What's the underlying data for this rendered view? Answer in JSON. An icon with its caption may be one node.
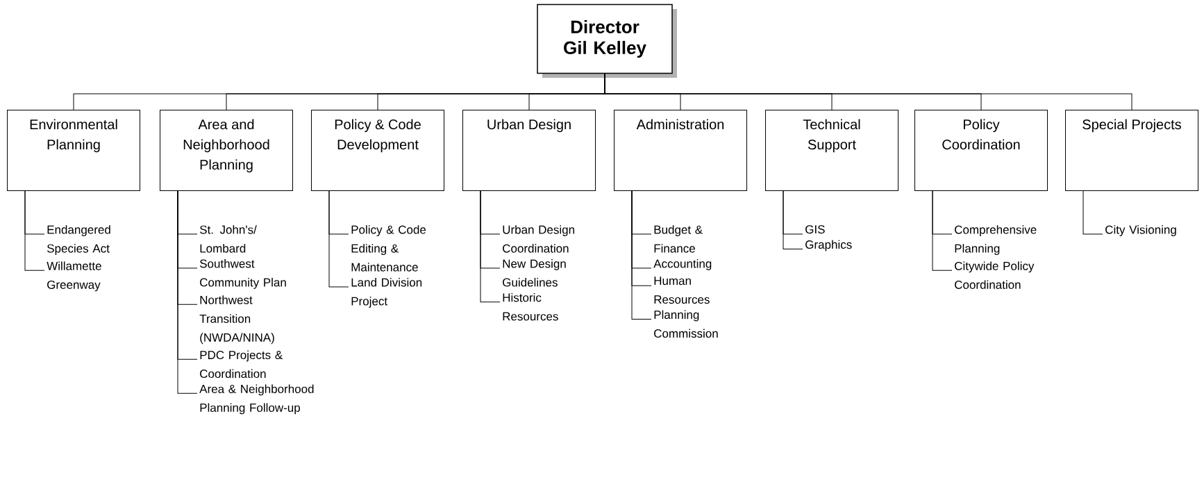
{
  "diagram": {
    "nodes": [
      {
        "text": [
          "Director Gil Kelley"
        ]
      },
      {
        "text": [
          "Environmental Planning"
        ]
      },
      {
        "text": [
          "Area and Neighborhood Planning"
        ]
      },
      {
        "text": [
          "Policy & Code Development"
        ]
      },
      {
        "text": [
          "Urban Design"
        ]
      },
      {
        "text": [
          "Administration"
        ]
      },
      {
        "text": [
          "Technical Support"
        ]
      },
      {
        "text": [
          "Policy Coordination"
        ]
      },
      {
        "text": [
          "Special Projects"
        ]
      },
      {
        "text": [
          "Endangered Species Act"
        ]
      },
      {
        "text": [
          "Willamette Greenway"
        ]
      },
      {
        "text": [
          "St. John's/ Lombard"
        ]
      },
      {
        "text": [
          "Southwest Community Plan"
        ]
      },
      {
        "text": [
          "Northwest Transition (NWDA/NINA)"
        ]
      },
      {
        "text": [
          "PDC Projects & Coordination"
        ]
      },
      {
        "text": [
          "Area & Neighborhood Planning Follow-up"
        ]
      },
      {
        "text": [
          "Policy & Code Editing & Maintenance"
        ]
      },
      {
        "text": [
          "Land Division Project"
        ]
      },
      {
        "text": [
          "Urban Design Coordination"
        ]
      },
      {
        "text": [
          "New Design Guidelines"
        ]
      },
      {
        "text": [
          "Historic Resources"
        ]
      },
      {
        "text": [
          "Budget & Finance"
        ]
      },
      {
        "text": [
          "Accounting"
        ]
      },
      {
        "text": [
          "Human Resources"
        ]
      },
      {
        "text": [
          "Planning Commission"
        ]
      },
      {
        "text": [
          "GIS"
        ]
      },
      {
        "text": [
          "Graphics"
        ]
      },
      {
        "text": [
          "Comprehensive Planning"
        ]
      },
      {
        "text": [
          "Citywide Policy Coordination"
        ]
      },
      {
        "text": [
          "City Visioning"
        ]
      }
    ],
    "edges": [
      {
        "from": 0,
        "to": 1,
        "arrow": "none"
      },
      {
        "from": 0,
        "to": 2,
        "arrow": "none"
      },
      {
        "from": 0,
        "to": 3,
        "arrow": "none"
      },
      {
        "from": 0,
        "to": 4,
        "arrow": "none"
      },
      {
        "from": 0,
        "to": 5,
        "arrow": "none"
      },
      {
        "from": 0,
        "to": 6,
        "arrow": "none"
      },
      {
        "from": 0,
        "to": 7,
        "arrow": "none"
      },
      {
        "from": 0,
        "to": 8,
        "arrow": "none"
      },
      {
        "from": 1,
        "to": 9,
        "arrow": "none"
      },
      {
        "from": 1,
        "to": 10,
        "arrow": "none"
      },
      {
        "from": 2,
        "to": 11,
        "arrow": "none"
      },
      {
        "from": 2,
        "to": 12,
        "arrow": "none"
      },
      {
        "from": 2,
        "to": 13,
        "arrow": "none"
      },
      {
        "from": 2,
        "to": 14,
        "arrow": "none"
      },
      {
        "from": 2,
        "to": 15,
        "arrow": "none"
      },
      {
        "from": 3,
        "to": 16,
        "arrow": "none"
      },
      {
        "from": 3,
        "to": 17,
        "arrow": "none"
      },
      {
        "from": 4,
        "to": 18,
        "arrow": "none"
      },
      {
        "from": 4,
        "to": 19,
        "arrow": "none"
      },
      {
        "from": 4,
        "to": 20,
        "arrow": "none"
      },
      {
        "from": 5,
        "to": 21,
        "arrow": "none"
      },
      {
        "from": 5,
        "to": 22,
        "arrow": "none"
      },
      {
        "from": 5,
        "to": 23,
        "arrow": "none"
      },
      {
        "from": 5,
        "to": 24,
        "arrow": "none"
      },
      {
        "from": 6,
        "to": 25,
        "arrow": "none"
      },
      {
        "from": 6,
        "to": 26,
        "arrow": "none"
      },
      {
        "from": 7,
        "to": 27,
        "arrow": "none"
      },
      {
        "from": 7,
        "to": 28,
        "arrow": "none"
      },
      {
        "from": 8,
        "to": 29,
        "arrow": "none"
      }
    ]
  }
}
